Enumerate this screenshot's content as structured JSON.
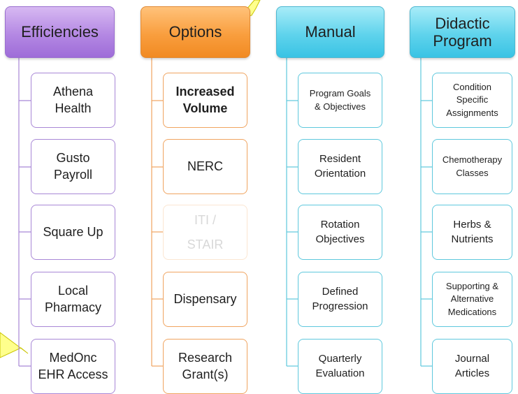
{
  "columns": [
    {
      "header": "Efficiencies",
      "color": "#b488e3",
      "items": [
        "Athena\nHealth",
        "Gusto\nPayroll",
        "Square Up",
        "Local\nPharmacy",
        "MedOnc\nEHR Access"
      ]
    },
    {
      "header": "Options",
      "color": "#f99e3e",
      "items": [
        "Increased\nVolume",
        "NERC",
        "ITI /\nSTAIR",
        "Dispensary",
        "Research\nGrant(s)"
      ]
    },
    {
      "header": "Manual",
      "color": "#5fd3ec",
      "items": [
        "Program Goals\n& Objectives",
        "Resident\nOrientation",
        "Rotation\nObjectives",
        "Defined\nProgression",
        "Quarterly\nEvaluation"
      ]
    },
    {
      "header": "Didactic\nProgram",
      "color": "#5fd3ec",
      "items": [
        "Condition\nSpecific\nAssignments",
        "Chemotherapy\nClasses",
        "Herbs &\nNutrients",
        "Supporting &\nAlternative\nMedications",
        "Journal\nArticles"
      ]
    }
  ],
  "callout_color": "#ffff8c"
}
